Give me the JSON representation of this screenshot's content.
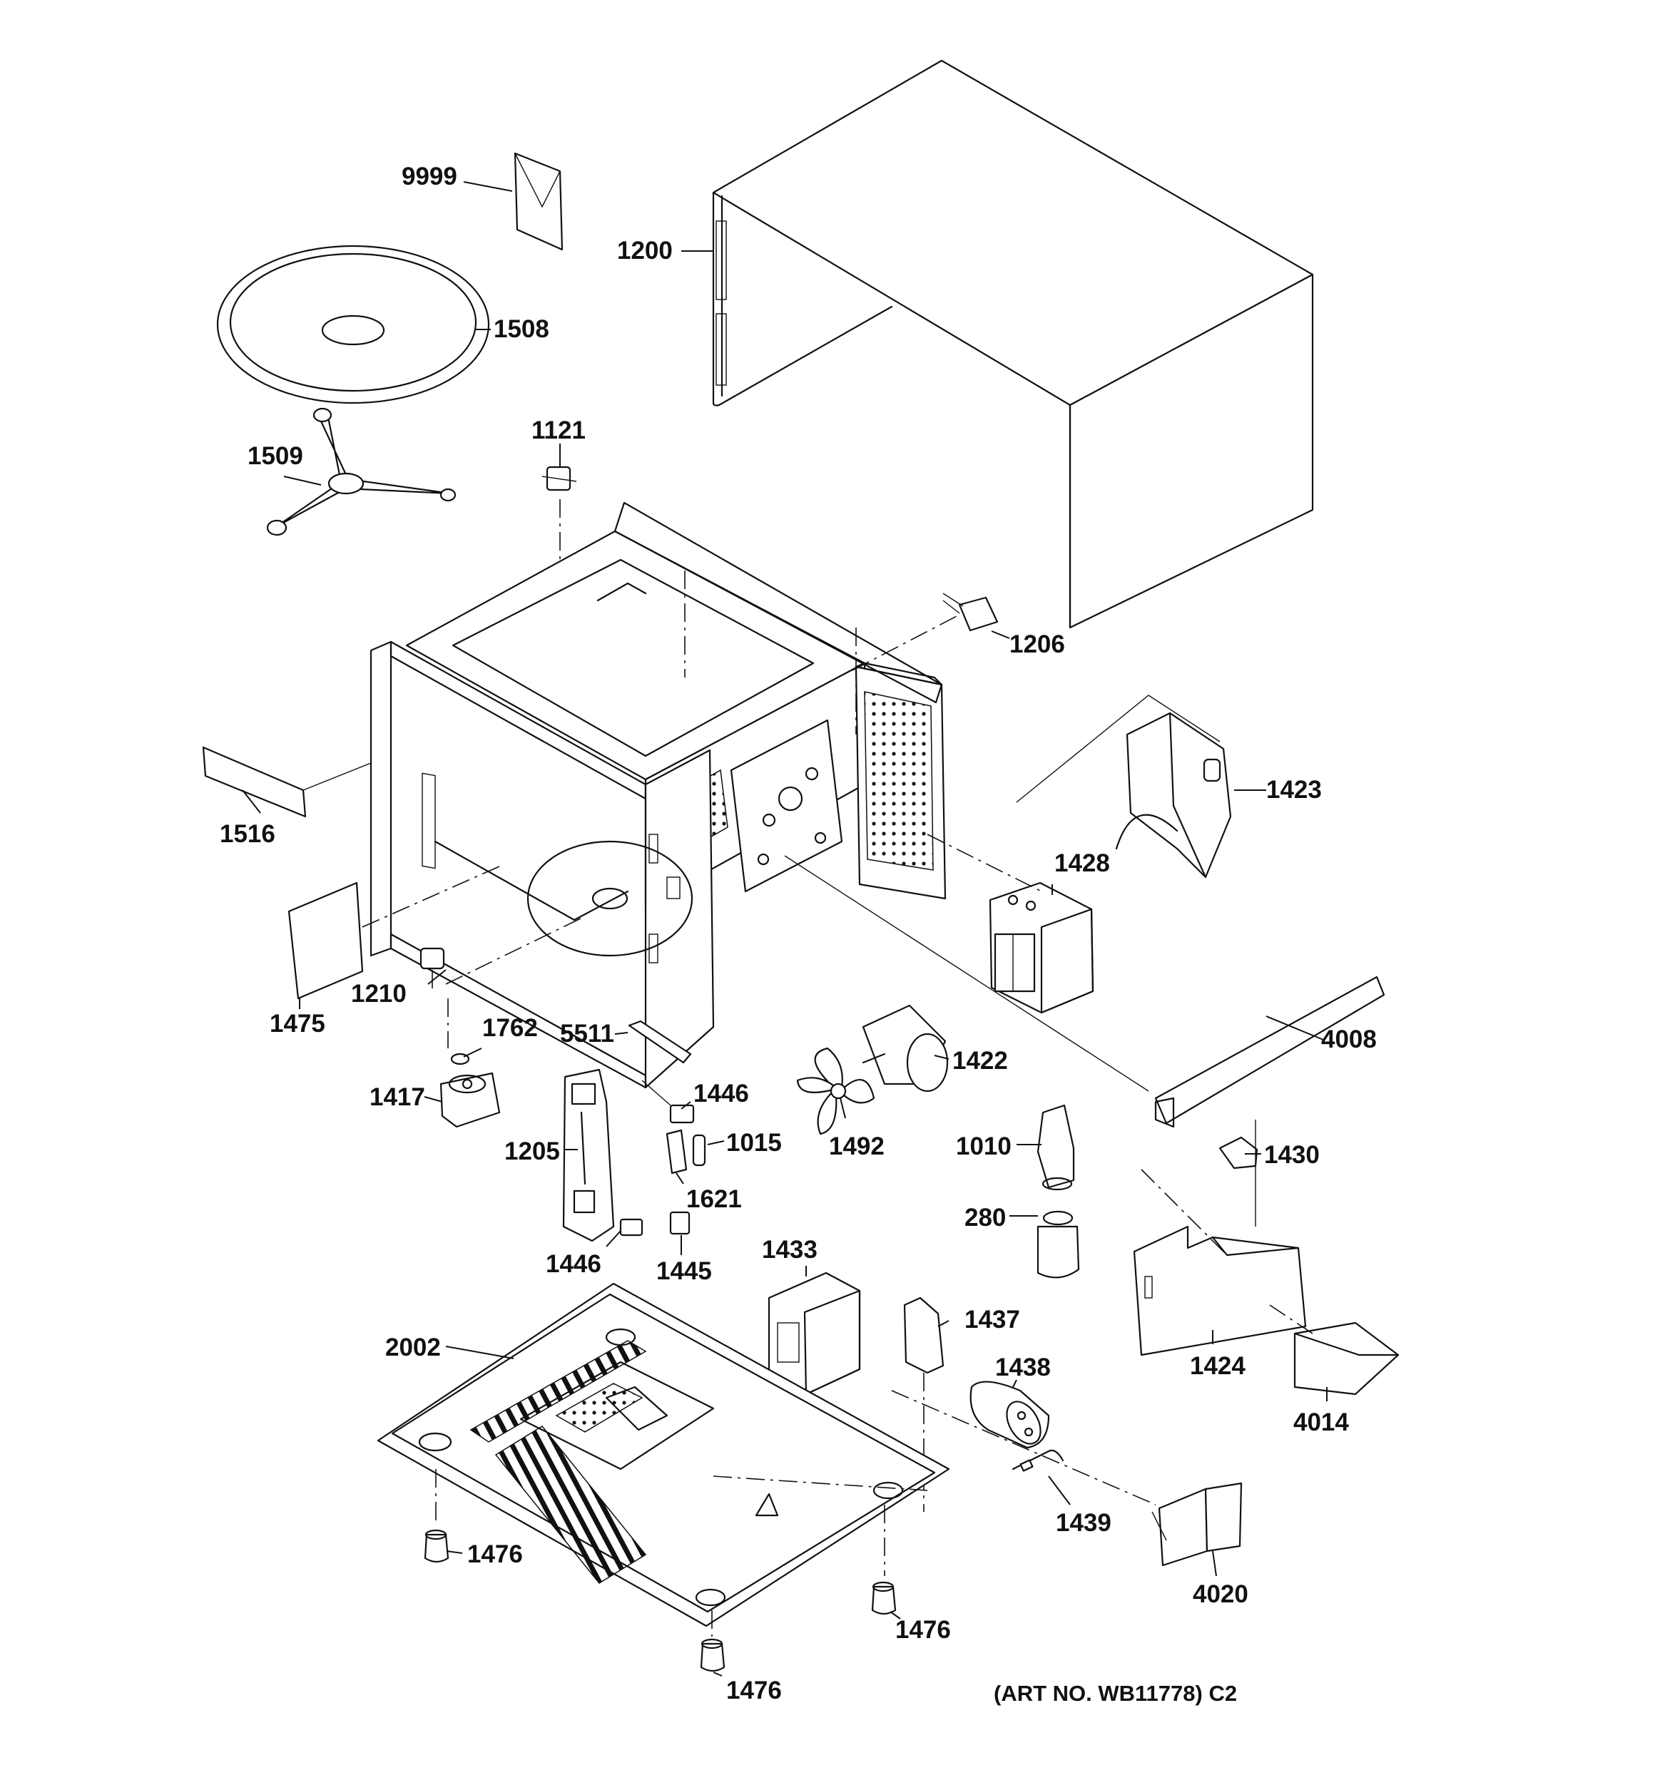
{
  "diagram": {
    "art_number": "(ART NO. WB11778) C2",
    "parts": [
      {
        "id": "p9999",
        "label": "9999"
      },
      {
        "id": "p1200",
        "label": "1200"
      },
      {
        "id": "p1508",
        "label": "1508"
      },
      {
        "id": "p1121",
        "label": "1121"
      },
      {
        "id": "p1509",
        "label": "1509"
      },
      {
        "id": "p1206",
        "label": "1206"
      },
      {
        "id": "p1423",
        "label": "1423"
      },
      {
        "id": "p1516",
        "label": "1516"
      },
      {
        "id": "p1428",
        "label": "1428"
      },
      {
        "id": "p1475",
        "label": "1475"
      },
      {
        "id": "p1210",
        "label": "1210"
      },
      {
        "id": "p1762",
        "label": "1762"
      },
      {
        "id": "p5511",
        "label": "5511"
      },
      {
        "id": "p4008",
        "label": "4008"
      },
      {
        "id": "p1422",
        "label": "1422"
      },
      {
        "id": "p1417",
        "label": "1417"
      },
      {
        "id": "p1446a",
        "label": "1446"
      },
      {
        "id": "p1015",
        "label": "1015"
      },
      {
        "id": "p1492",
        "label": "1492"
      },
      {
        "id": "p1010",
        "label": "1010"
      },
      {
        "id": "p1430",
        "label": "1430"
      },
      {
        "id": "p1205",
        "label": "1205"
      },
      {
        "id": "p1621",
        "label": "1621"
      },
      {
        "id": "p280",
        "label": "280"
      },
      {
        "id": "p1446b",
        "label": "1446"
      },
      {
        "id": "p1445",
        "label": "1445"
      },
      {
        "id": "p1433",
        "label": "1433"
      },
      {
        "id": "p1437",
        "label": "1437"
      },
      {
        "id": "p2002",
        "label": "2002"
      },
      {
        "id": "p1438",
        "label": "1438"
      },
      {
        "id": "p1424",
        "label": "1424"
      },
      {
        "id": "p4014",
        "label": "4014"
      },
      {
        "id": "p1439",
        "label": "1439"
      },
      {
        "id": "p1476a",
        "label": "1476"
      },
      {
        "id": "p4020",
        "label": "4020"
      },
      {
        "id": "p1476b",
        "label": "1476"
      },
      {
        "id": "p1476c",
        "label": "1476"
      }
    ]
  }
}
